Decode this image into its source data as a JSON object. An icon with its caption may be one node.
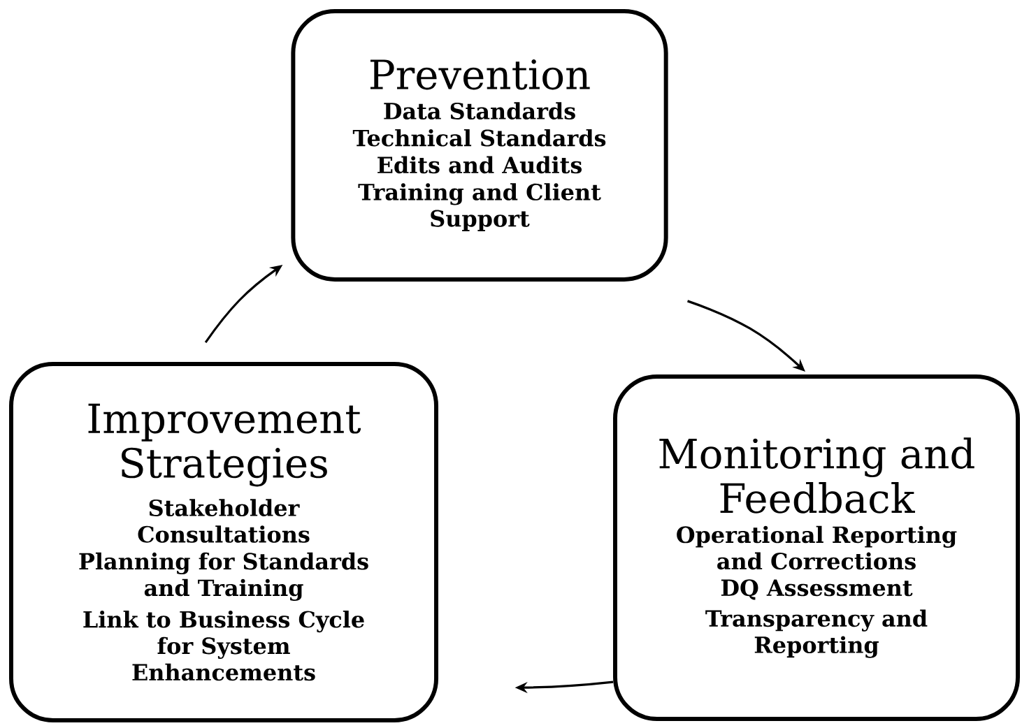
{
  "diagram": {
    "nodes": [
      {
        "text": [
          "Prevention",
          "Data Standards",
          "Technical Standards",
          "Edits and Audits",
          "Training and Client Support"
        ]
      },
      {
        "text": [
          "Monitoring and Feedback",
          "Operational Reporting and Corrections",
          "DQ Assessment",
          "Transparency and Reporting"
        ]
      },
      {
        "text": [
          "Improvement Strategies",
          "Stakeholder Consultations",
          "Planning for Standards and Training",
          "Link to Business Cycle for System Enhancements"
        ]
      }
    ],
    "edges": [
      {
        "from": 0,
        "to": 1,
        "arrow": "to"
      },
      {
        "from": 1,
        "to": 2,
        "arrow": "to"
      },
      {
        "from": 2,
        "to": 0,
        "arrow": "to"
      }
    ]
  }
}
